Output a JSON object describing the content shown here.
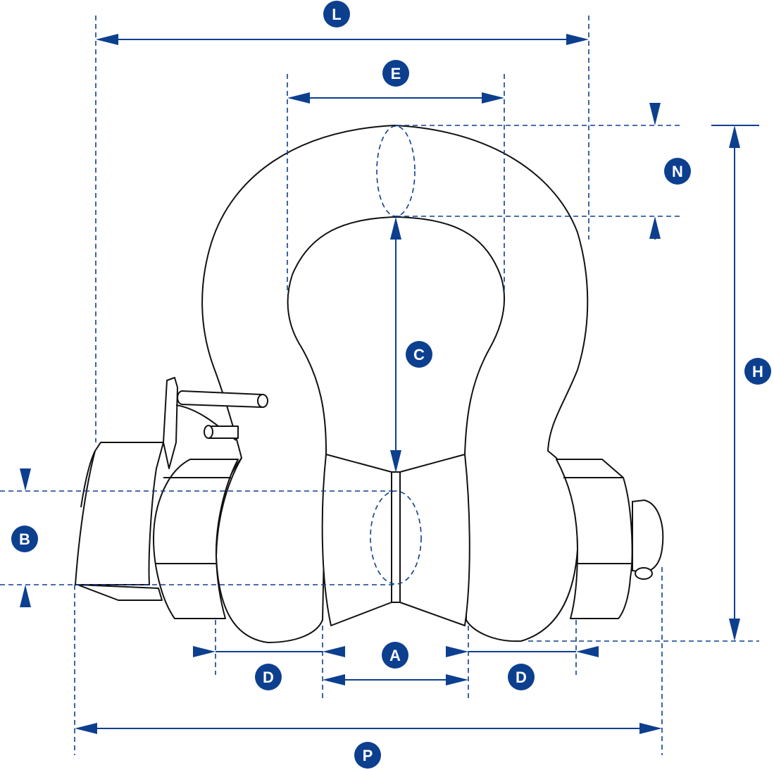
{
  "dimension_labels": {
    "L": "L",
    "E": "E",
    "N": "N",
    "C": "C",
    "H": "H",
    "B": "B",
    "A": "A",
    "D_left": "D",
    "D_right": "D",
    "P": "P"
  },
  "colors": {
    "dimension_blue": "#0d3f8f",
    "outline": "#111111",
    "background": "#ffffff"
  },
  "icons": {
    "shackle": "bolt-type-shackle-drawing"
  }
}
